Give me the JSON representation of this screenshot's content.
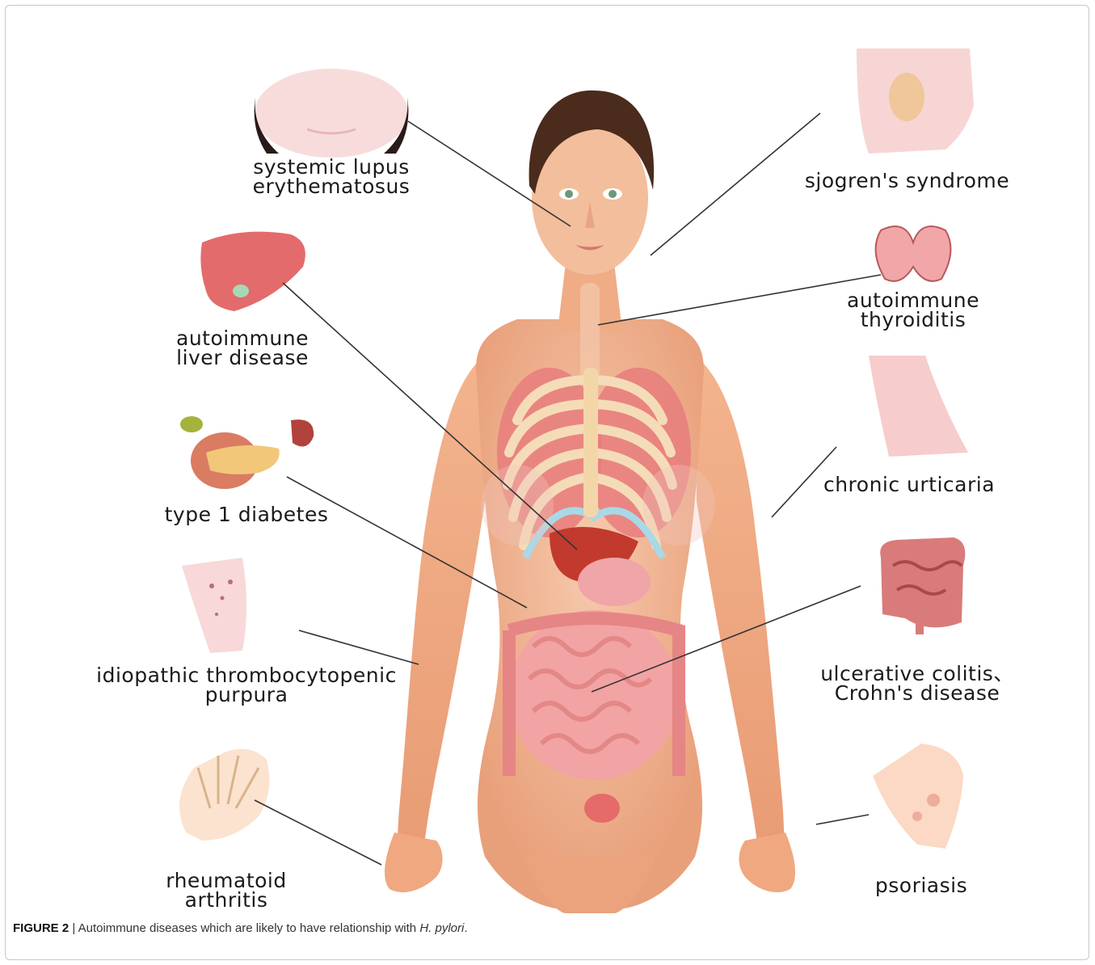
{
  "labels": {
    "lupus": [
      "systemic lupus",
      "erythematosus"
    ],
    "liver": [
      "autoimmune",
      "liver disease"
    ],
    "diabetes": [
      "type 1 diabetes"
    ],
    "itp": [
      "idiopathic thrombocytopenic",
      "purpura"
    ],
    "ra": [
      "rheumatoid",
      "arthritis"
    ],
    "sjogren": [
      "sjogren's syndrome"
    ],
    "thyroid": [
      "autoimmune",
      "thyroiditis"
    ],
    "urticaria": [
      "chronic urticaria"
    ],
    "uc": [
      "ulcerative colitis、",
      "Crohn's disease"
    ],
    "psoriasis": [
      "psoriasis"
    ]
  },
  "caption": {
    "figure": "FIGURE 2",
    "separator": "|",
    "text": "Autoimmune diseases which are likely to have relationship with",
    "organism": "H. pylori",
    "end": "."
  }
}
